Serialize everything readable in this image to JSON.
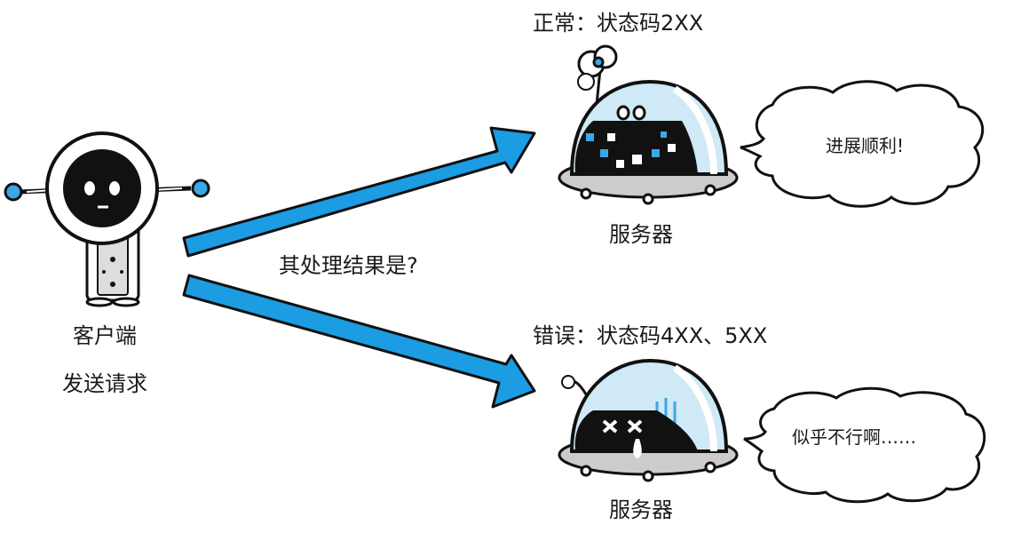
{
  "labels": {
    "normal_status": "正常：状态码2XX",
    "error_status": "错误：状态码4XX、5XX",
    "question": "其处理结果是?",
    "client": "客户端",
    "client_action": "发送请求",
    "server_top": "服务器",
    "server_bottom": "服务器"
  },
  "bubbles": {
    "ok": "进展顺利!",
    "error": "似乎不行啊……"
  },
  "colors": {
    "arrow": "#1b9ce3",
    "outline": "#111111",
    "dome": "#cfe9f6",
    "server_face": "#111111",
    "accent_blue": "#3aa7e6"
  },
  "icons": {
    "client": "robot-client-icon",
    "server_ok": "happy-server-robot-icon",
    "server_error": "broken-server-robot-icon"
  }
}
